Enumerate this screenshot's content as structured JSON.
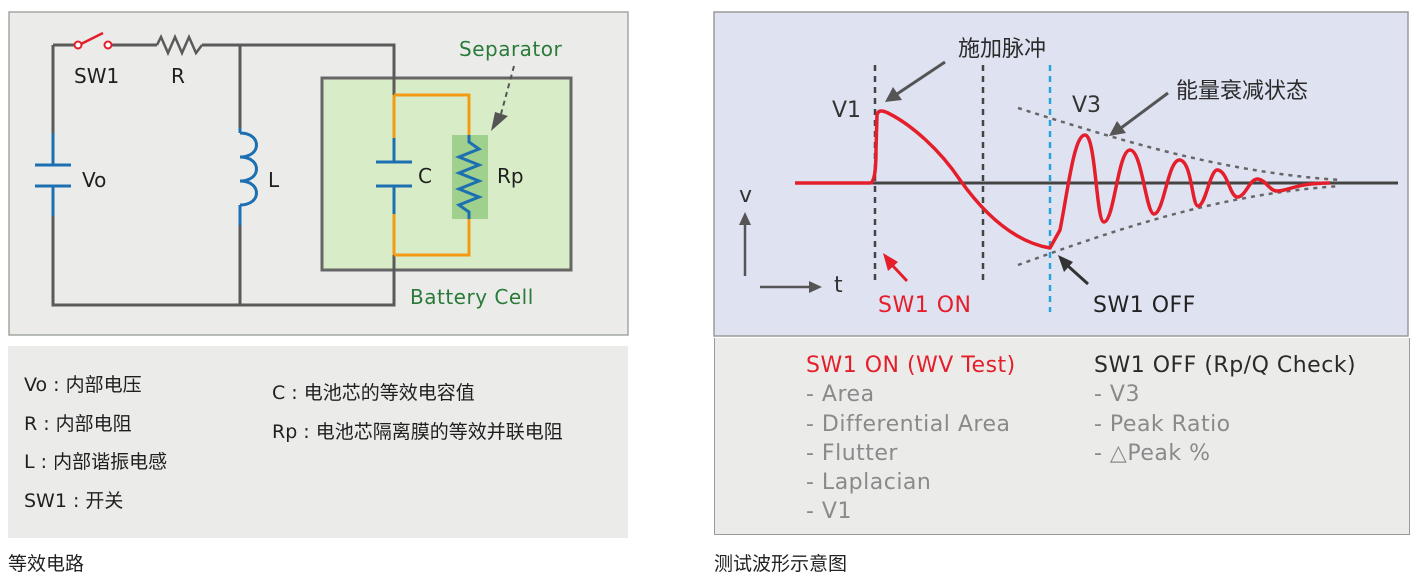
{
  "circuit": {
    "labels": {
      "sw1": "SW1",
      "r": "R",
      "vo": "Vo",
      "l": "L",
      "c": "C",
      "rp": "Rp",
      "separator": "Separator",
      "battery_cell": "Battery Cell"
    },
    "legend": {
      "left": [
        "Vo : 内部电压",
        "R : 内部电阻",
        "L : 内部谐振电感",
        "SW1 : 开关"
      ],
      "right": [
        "C : 电池芯的等效电容值",
        "Rp : 电池芯隔离膜的等效并联电阻"
      ]
    },
    "caption": "等效电路",
    "colors": {
      "wire": "#5a5a5a",
      "component": "#1c6fb0",
      "orange": "#f39a12",
      "cell_fill": "#d9ecc8",
      "label_green": "#2a7a3a"
    }
  },
  "waveform": {
    "labels": {
      "pulse": "施加脉冲",
      "decay": "能量衰减状态",
      "v1": "V1",
      "v3": "V3",
      "v_axis": "v",
      "t_axis": "t",
      "sw1_on": "SW1 ON",
      "sw1_off": "SW1 OFF"
    },
    "legend": {
      "on_header": "SW1 ON (WV Test)",
      "on_items": [
        "- Area",
        "- Differential Area",
        "- Flutter",
        "- Laplacian",
        "- V1"
      ],
      "off_header": "SW1 OFF (Rp/Q Check)",
      "off_items": [
        "- V3",
        "- Peak Ratio",
        "- △Peak %"
      ]
    },
    "caption": "测试波形示意图",
    "colors": {
      "panel": "#dfe3f1",
      "signal": "#e41e2b",
      "marker_blue": "#29a3de"
    }
  }
}
